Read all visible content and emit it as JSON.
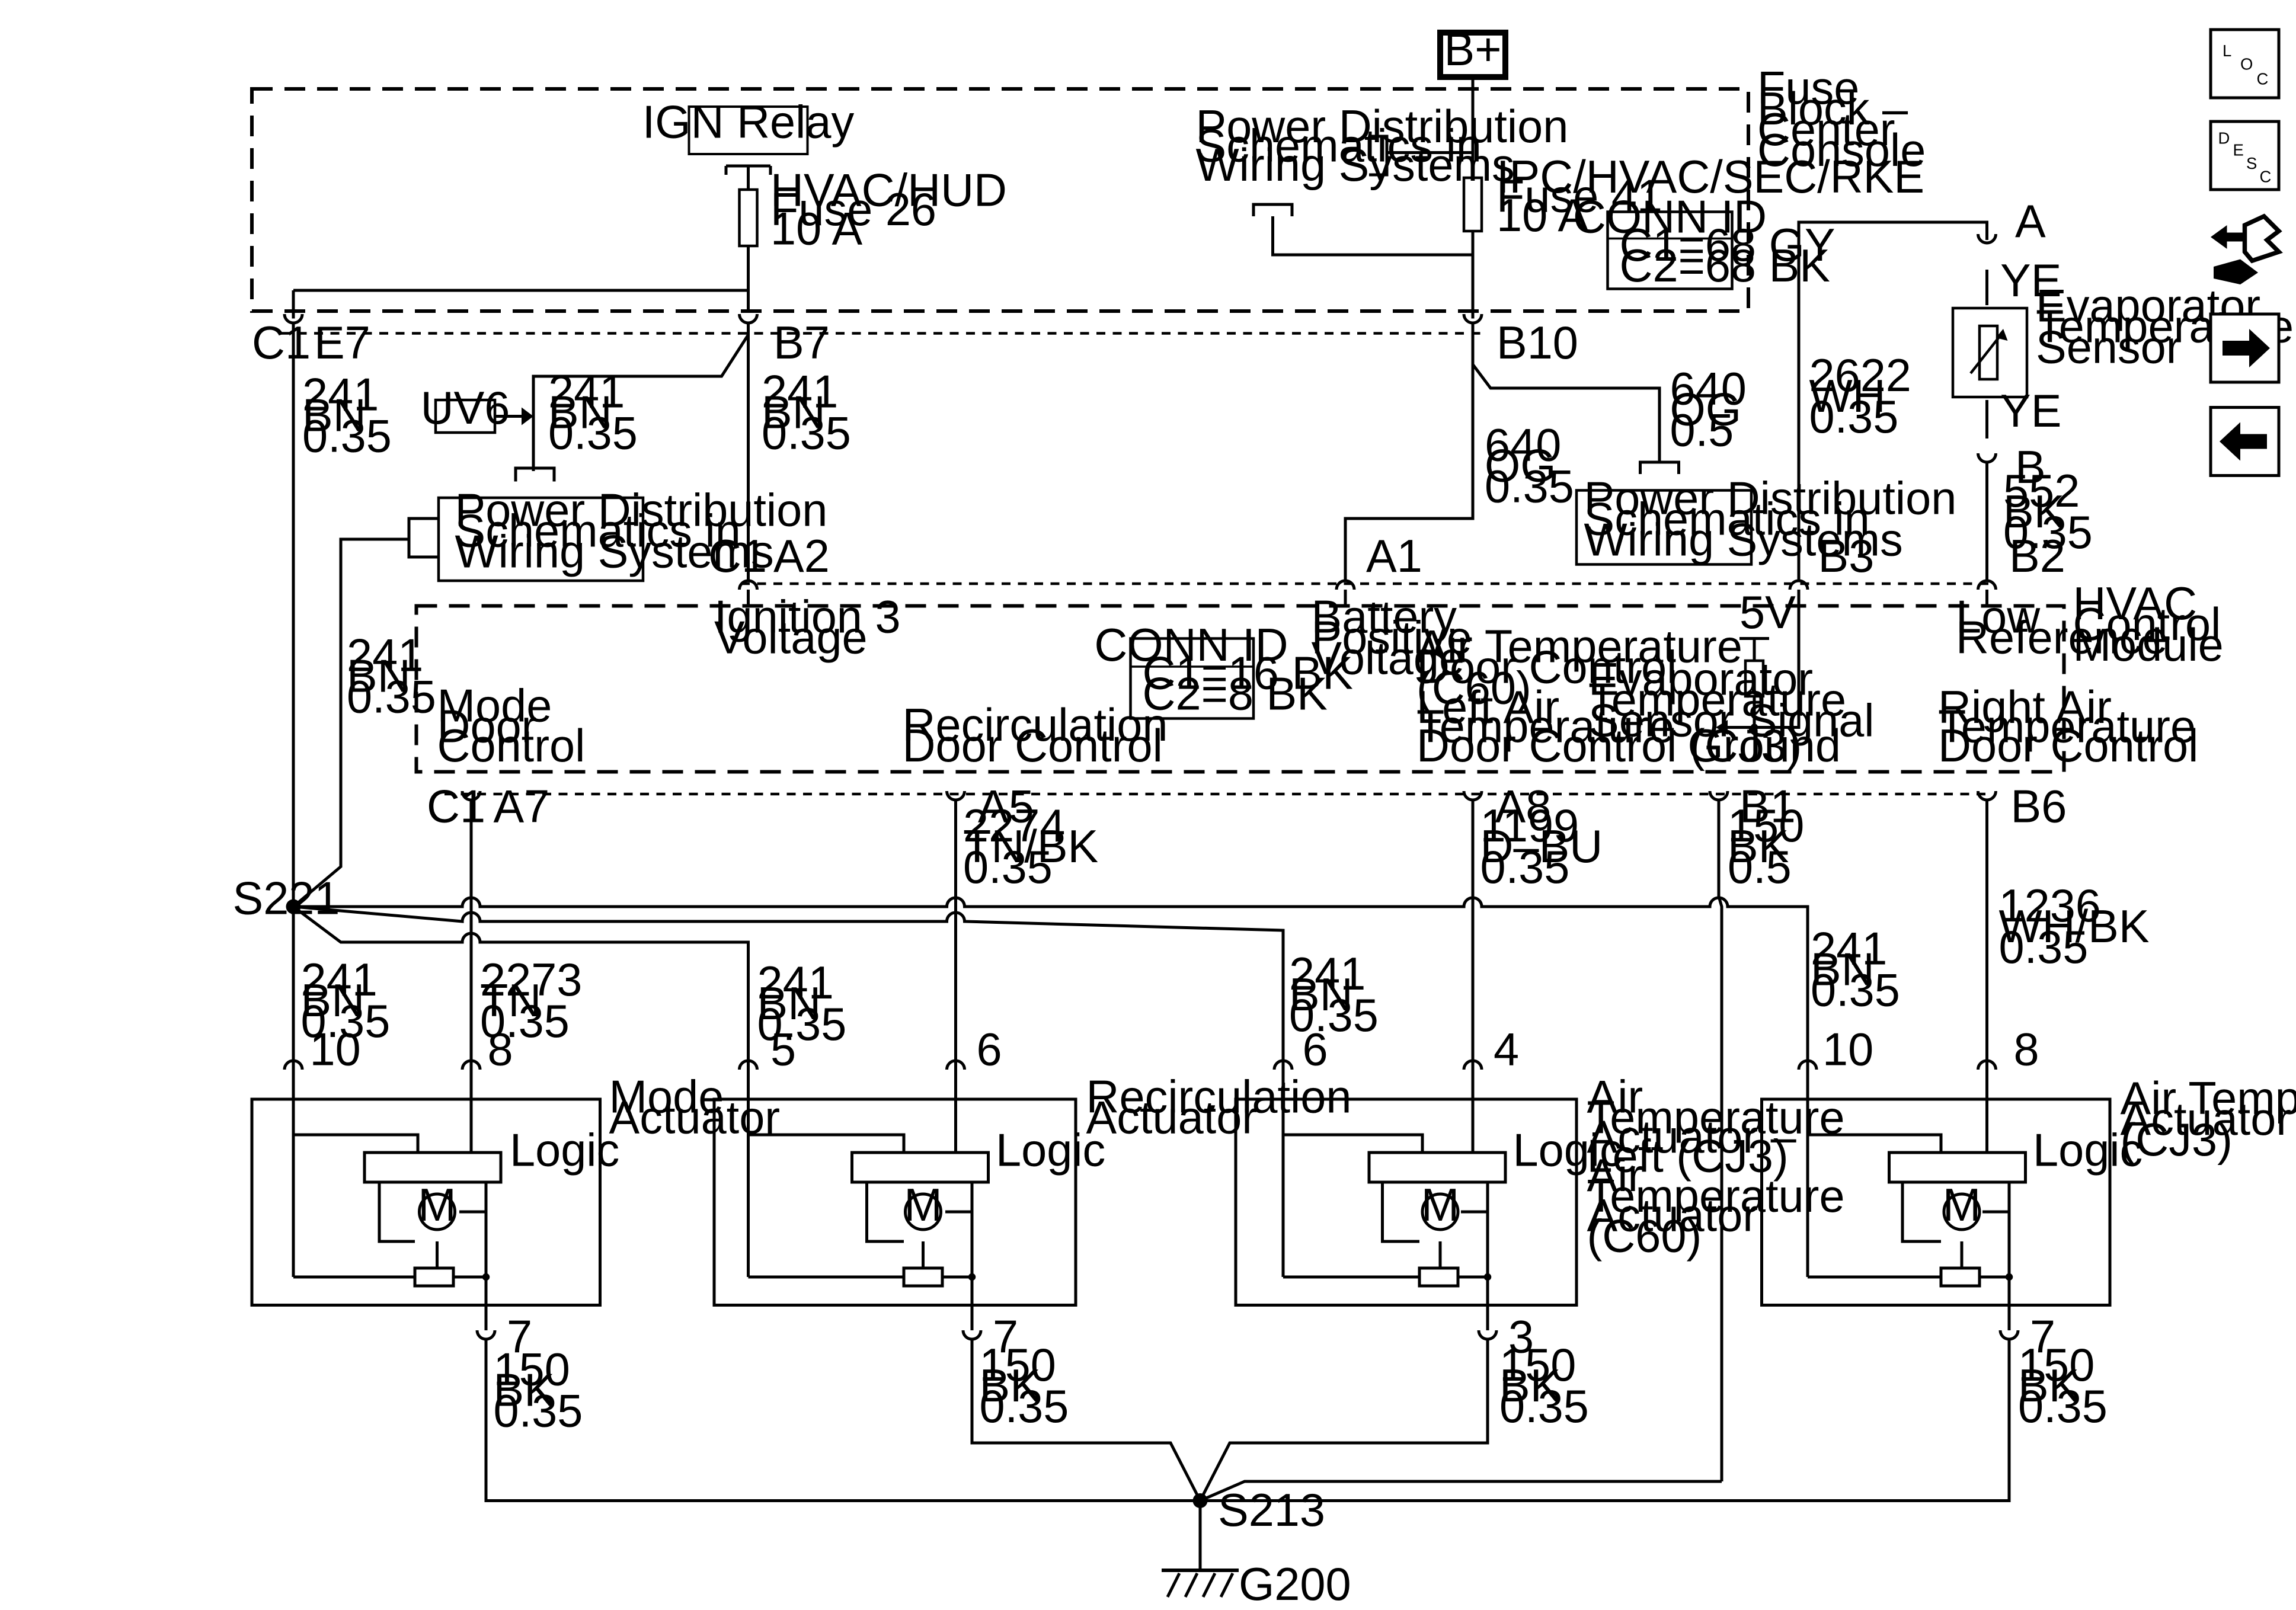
{
  "power": {
    "bplus": "B+"
  },
  "fuse_block": {
    "title_lines": [
      "Fuse",
      "Block –",
      "Center",
      "Console"
    ],
    "ign_relay": "IGN Relay",
    "fuse26": [
      "HVAC/HUD",
      "Fuse 26",
      "10 A"
    ],
    "fuse41": [
      "IPC/HVAC/SEC/RKE",
      "Fuse 41",
      "10 A"
    ],
    "pds_lines": [
      "Power Distribution",
      "Schematics in",
      "Wiring Systems"
    ],
    "conn_id": {
      "title": "CONN ID",
      "lines": [
        "C1=68 GY",
        "C2=68 BK"
      ]
    },
    "pins": {
      "c1": "C1",
      "e7": "E7",
      "b7": "B7",
      "b10": "B10"
    }
  },
  "wires": {
    "w241_e7": [
      "241",
      "BN",
      "0.35"
    ],
    "w241_uv6": [
      "241",
      "BN",
      "0.35"
    ],
    "w241_b7": [
      "241",
      "BN",
      "0.35"
    ],
    "w241_left": [
      "241",
      "BN",
      "0.35"
    ],
    "w640_a1": [
      "640",
      "OG",
      "0.35"
    ],
    "w640_pds": [
      "640",
      "OG",
      "0.5"
    ],
    "w2622": [
      "2622",
      "WH",
      "0.35"
    ],
    "w552": [
      "552",
      "BK",
      "0.35"
    ],
    "w2274": [
      "2274",
      "TN/BK",
      "0.35"
    ],
    "w1199": [
      "1199",
      "D–BU",
      "0.35"
    ],
    "w150_b1": [
      "150",
      "BK",
      "0.5"
    ],
    "w1236": [
      "1236",
      "WH/BK",
      "0.35"
    ],
    "w241_mode": [
      "241",
      "BN",
      "0.35"
    ],
    "w2273": [
      "2273",
      "TN",
      "0.35"
    ],
    "w241_recirc": [
      "241",
      "BN",
      "0.35"
    ],
    "w241_left_act": [
      "241",
      "BN",
      "0.35"
    ],
    "w241_right_act": [
      "241",
      "BN",
      "0.35"
    ],
    "g150_1": [
      "150",
      "BK",
      "0.35"
    ],
    "g150_2": [
      "150",
      "BK",
      "0.35"
    ],
    "g150_3": [
      "150",
      "BK",
      "0.35"
    ],
    "g150_4": [
      "150",
      "BK",
      "0.35"
    ]
  },
  "uv6": "UV6",
  "pds_left": [
    "Power Distribution",
    "Schematics in",
    "Wiring Systems"
  ],
  "pds_right": [
    "Power Distribution",
    "Schematics in",
    "Wiring  Systems"
  ],
  "evap_sensor": {
    "label": [
      "Evaporator",
      "Temperature",
      "Sensor"
    ],
    "pin_a": "A",
    "pin_b": "B",
    "ye_top": "YE",
    "ye_bot": "YE"
  },
  "hvac_module": {
    "title": [
      "HVAC",
      "Control",
      "Module"
    ],
    "conn_id": {
      "title": "CONN ID",
      "lines": [
        "C1=16 BK",
        "C2=8 BK"
      ]
    },
    "top_pins": {
      "c1": "C1",
      "a2": "A2",
      "a1": "A1",
      "b3": "B3",
      "b2": "B2"
    },
    "ign3": [
      "Ignition 3",
      "Voltage"
    ],
    "battery": [
      "Battery",
      "Positive",
      "Voltage"
    ],
    "low_ref": [
      "Low",
      "Reference"
    ],
    "five_v": "5V",
    "evap_signal": [
      "Evaporator",
      "Temperature",
      "Sensor Signal"
    ],
    "air_temp": [
      "Air Temperature",
      "Door Control",
      "(C60)",
      "Left Air",
      "Temperature",
      "Door Control (CJ3)"
    ],
    "mode_door": [
      "Mode",
      "Door",
      "Control"
    ],
    "recirc_door": [
      "Recirculation",
      "Door Control"
    ],
    "ground": "Ground",
    "right_air": [
      "Right Air",
      "Temperature",
      "Door Control"
    ],
    "bottom_pins": {
      "c1": "C1",
      "a7": "A7",
      "a5": "A5",
      "a8": "A8",
      "b1": "B1",
      "b6": "B6"
    }
  },
  "splices": {
    "s221": "S221",
    "s213": "S213",
    "g200": "G200"
  },
  "actuators": [
    {
      "name": [
        "Mode",
        "Actuator"
      ],
      "pins": [
        "10",
        "8"
      ],
      "gnd_pin": "7",
      "logic": "Logic",
      "motor": "M"
    },
    {
      "name": [
        "Recirculation",
        "Actuator"
      ],
      "pins": [
        "5",
        "6"
      ],
      "gnd_pin": "7",
      "logic": "Logic",
      "motor": "M"
    },
    {
      "name": [
        "Air",
        "Temperature",
        "Actuator –",
        "Left (CJ3)",
        "Air",
        "Temperature",
        "Actuator",
        "(C60)"
      ],
      "pins": [
        "6",
        "4"
      ],
      "gnd_pin": "3",
      "logic": "Logic",
      "motor": "M"
    },
    {
      "name": [
        "Air Temperature",
        "Actuator – Right",
        "(CJ3)"
      ],
      "pins": [
        "10",
        "8"
      ],
      "gnd_pin": "7",
      "logic": "Logic",
      "motor": "M"
    }
  ],
  "nav": {
    "loc": [
      "L",
      "O",
      "C"
    ],
    "desc": [
      "D",
      "E",
      "S",
      "C"
    ],
    "connector_icon": "connector-icon",
    "next_icon": "right-arrow-icon",
    "prev_icon": "left-arrow-icon"
  }
}
